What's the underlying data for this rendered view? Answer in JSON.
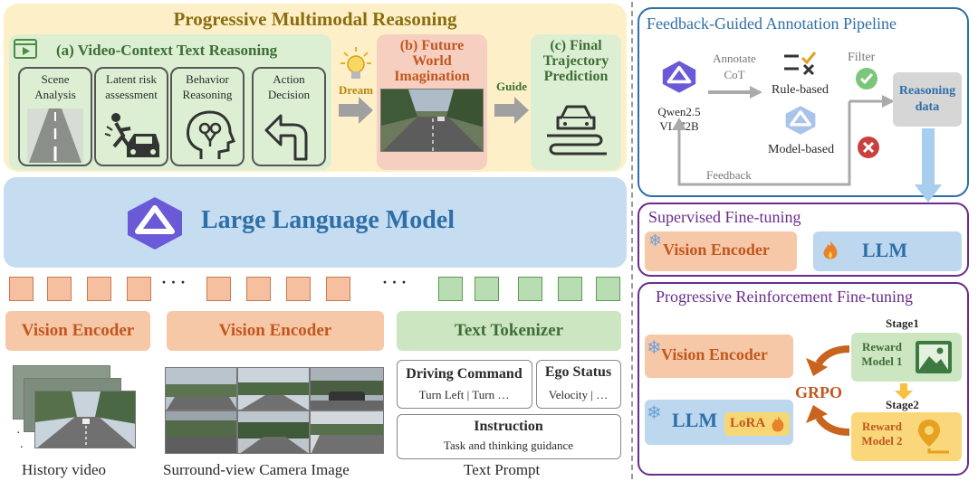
{
  "left": {
    "title": "Progressive Multimodal Reasoning",
    "a_title": "(a) Video-Context Text Reasoning",
    "steps": [
      "Scene\nAnalysis",
      "Latent risk\nassessment",
      "Behavior\nReasoning",
      "Action\nDecision"
    ],
    "dream": "Dream",
    "b_title": "(b) Future\nWorld\nImagination",
    "guide": "Guide",
    "c_title": "(c) Final\nTrajectory\nPrediction",
    "llm": "Large Language Model",
    "ellipsis": "· · ·",
    "vision_encoder": "Vision Encoder",
    "text_tokenizer": "Text Tokenizer",
    "driving_command": "Driving Command",
    "driving_command_val": "Turn Left | Turn …",
    "ego_status": "Ego Status",
    "ego_status_val": "Velocity | …",
    "instruction": "Instruction",
    "instruction_val": "Task and thinking guidance",
    "caption_history": "History video",
    "caption_surround": "Surround-view Camera Image",
    "caption_text": "Text Prompt"
  },
  "pipeline": {
    "title": "Feedback-Guided Annotation Pipeline",
    "qwen": "Qwen2.5\nVL-72B",
    "annotate": "Annotate\nCoT",
    "rule": "Rule-based",
    "model": "Model-based",
    "filter": "Filter",
    "reasoning": "Reasoning\ndata",
    "feedback": "Feedback"
  },
  "sft": {
    "title": "Supervised Fine-tuning",
    "vision_encoder": "Vision Encoder",
    "llm": "LLM"
  },
  "rft": {
    "title": "Progressive Reinforcement Fine-tuning",
    "vision_encoder": "Vision Encoder",
    "llm": "LLM",
    "lora": "LoRA",
    "grpo": "GRPO",
    "stage1": "Stage1",
    "reward1": "Reward\nModel 1",
    "stage2": "Stage2",
    "reward2": "Reward\nModel 2"
  },
  "colors": {
    "yellow_bg": "#fdf0c8",
    "green_bg": "#dcefd3",
    "blue_llm": "#c5dcf1",
    "purple_border": "#6a2c8c",
    "blue_border": "#2f6fa8"
  }
}
